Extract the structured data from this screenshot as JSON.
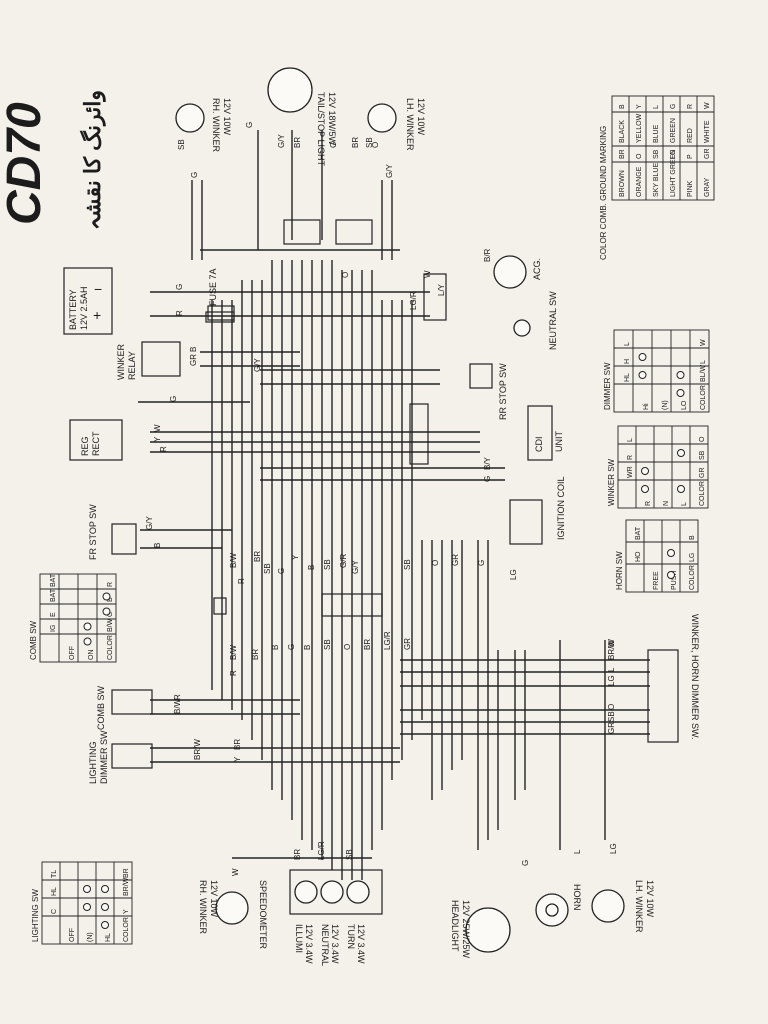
{
  "model": "CD70",
  "urdu_title": "وائرنگ کا نقشہ",
  "color_table": {
    "title": "COLOR COMB. GROUND MARKING",
    "rows": [
      [
        "B",
        "BLACK",
        "BR",
        "BROWN"
      ],
      [
        "Y",
        "YELLOW",
        "O",
        "ORANGE"
      ],
      [
        "L",
        "BLUE",
        "SB",
        "SKY BLUE"
      ],
      [
        "G",
        "GREEN",
        "LG",
        "LIGHT GREEN"
      ],
      [
        "R",
        "RED",
        "P",
        "PINK"
      ],
      [
        "W",
        "WHITE",
        "GR",
        "GRAY"
      ]
    ]
  },
  "components": {
    "rh_winker_top": [
      "RH. WINKER",
      "12V 10W"
    ],
    "tail_stop": [
      "TAIL/STOP LIGHT",
      "12V 18W/5W"
    ],
    "lh_winker_top": [
      "LH. WINKER",
      "12V 10W"
    ],
    "battery": [
      "BATTERY",
      "12V 2.5AH"
    ],
    "fuse": "FUSE 7A",
    "winker_relay": [
      "WINKER",
      "RELAY"
    ],
    "reg_rect": [
      "REG",
      "RECT"
    ],
    "fr_stop_sw": "FR STOP SW",
    "rr_stop_sw": "RR STOP SW",
    "acg": "ACG.",
    "neutral_sw": "NEUTRAL SW",
    "cdi": [
      "CDI",
      "UNIT"
    ],
    "ignition_coil": "IGNITION COIL",
    "comb_sw": "COMB SW",
    "lighting_dimmer": [
      "LIGHTING",
      "DIMMER SW"
    ],
    "rh_winker_bottom": [
      "RH. WINKER",
      "12V 10W"
    ],
    "speedometer": "SPEEDOMETER",
    "illumi": [
      "ILLUMI",
      "12V 3.4W"
    ],
    "neutral": [
      "NEUTRAL",
      "12V 3.4W"
    ],
    "turn": [
      "TURN",
      "12V 3.4W"
    ],
    "headlight": [
      "HEADLIGHT",
      "12V 25W/25W"
    ],
    "horn": "HORN",
    "lh_winker_bottom": [
      "LH. WINKER",
      "12V 10W"
    ],
    "winker_horn_dimmer": "WINKER, HORN DIMMER SW."
  },
  "switch_tables": {
    "lighting": {
      "title": "LIGHTING SW",
      "head": [
        "",
        "C",
        "HL",
        "TL"
      ],
      "rows": [
        "OFF",
        "(N)",
        "HL"
      ],
      "color": [
        "COLOR",
        "Y",
        "BR/W",
        "BR"
      ]
    },
    "comb": {
      "title": "COMB SW",
      "head": [
        "",
        "IG",
        "E",
        "BAT",
        "BAT"
      ],
      "rows": [
        "OFF",
        "ON"
      ],
      "color": [
        "COLOR",
        "B/W",
        "G",
        "B",
        "R"
      ]
    },
    "dimmer": {
      "title": "DIMMER SW",
      "head": [
        "",
        "HL",
        "H",
        "L"
      ],
      "rows": [
        "Hi",
        "(N)",
        "LO"
      ],
      "color": [
        "COLOR",
        "BL/W",
        "L",
        "W"
      ]
    },
    "winker": {
      "title": "WINKER SW",
      "head": [
        "",
        "WR",
        "R",
        "L"
      ],
      "rows": [
        "R",
        "N",
        "L"
      ],
      "color": [
        "COLOR",
        "GR",
        "SB",
        "O"
      ]
    },
    "horn": {
      "title": "HORN SW",
      "head": [
        "",
        "HO",
        "BAT"
      ],
      "rows": [
        "FREE",
        "PUSH"
      ],
      "color": [
        "COLOR",
        "LG",
        "B"
      ]
    }
  },
  "wire_labels": [
    "SB",
    "G",
    "G/Y",
    "BR",
    "G",
    "O",
    "G/Y",
    "G",
    "BR",
    "SB",
    "O",
    "B/R",
    "W",
    "L/Y",
    "LG/R",
    "G",
    "R",
    "B",
    "GR",
    "G/Y",
    "G",
    "W",
    "Y",
    "R",
    "B/Y",
    "G",
    "B",
    "G/Y",
    "B/W",
    "R",
    "BR",
    "SB",
    "G",
    "Y",
    "B",
    "SB",
    "G/R",
    "G/Y",
    "SB",
    "O",
    "GR",
    "G",
    "LG",
    "B/W",
    "R",
    "BR",
    "B",
    "G",
    "B",
    "SB",
    "O",
    "BR",
    "LG/R",
    "GR",
    "W",
    "BR/W",
    "L",
    "LG",
    "O",
    "SB",
    "GR",
    "R",
    "B/W",
    "BR",
    "Y",
    "BR/W",
    "BR",
    "LG/R",
    "SB",
    "L",
    "W",
    "G",
    "LG"
  ]
}
